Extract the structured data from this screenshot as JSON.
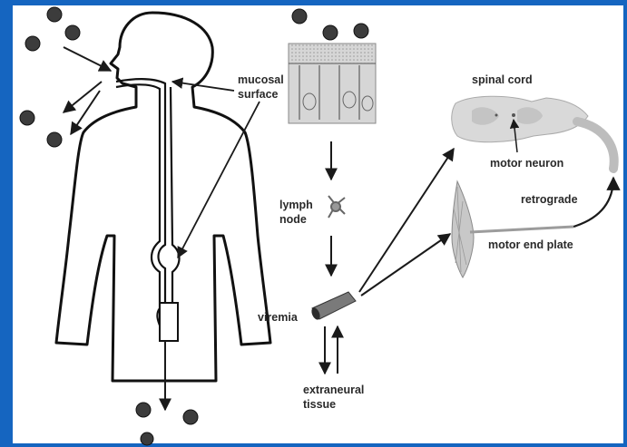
{
  "labels": {
    "mucosal_line1": "mucosal",
    "mucosal_line2": "surface",
    "lymph_line1": "lymph",
    "lymph_line2": "node",
    "viremia": "viremia",
    "extraneural_line1": "extraneural",
    "extraneural_line2": "tissue",
    "spinal_cord": "spinal cord",
    "motor_neuron": "motor neuron",
    "retrograde": "retrograde",
    "motor_end_plate": "motor end plate"
  },
  "colors": {
    "frame": "#1565c0",
    "background": "#ffffff",
    "ink": "#1a1a1a",
    "tissue_fill": "#d9d9d9",
    "virus": "#3c3c3c"
  },
  "icons": [
    "virus-particle-icon",
    "human-body-icon",
    "epithelium-icon",
    "lymph-node-icon",
    "blood-vessel-icon",
    "spinal-cord-icon",
    "muscle-icon"
  ]
}
